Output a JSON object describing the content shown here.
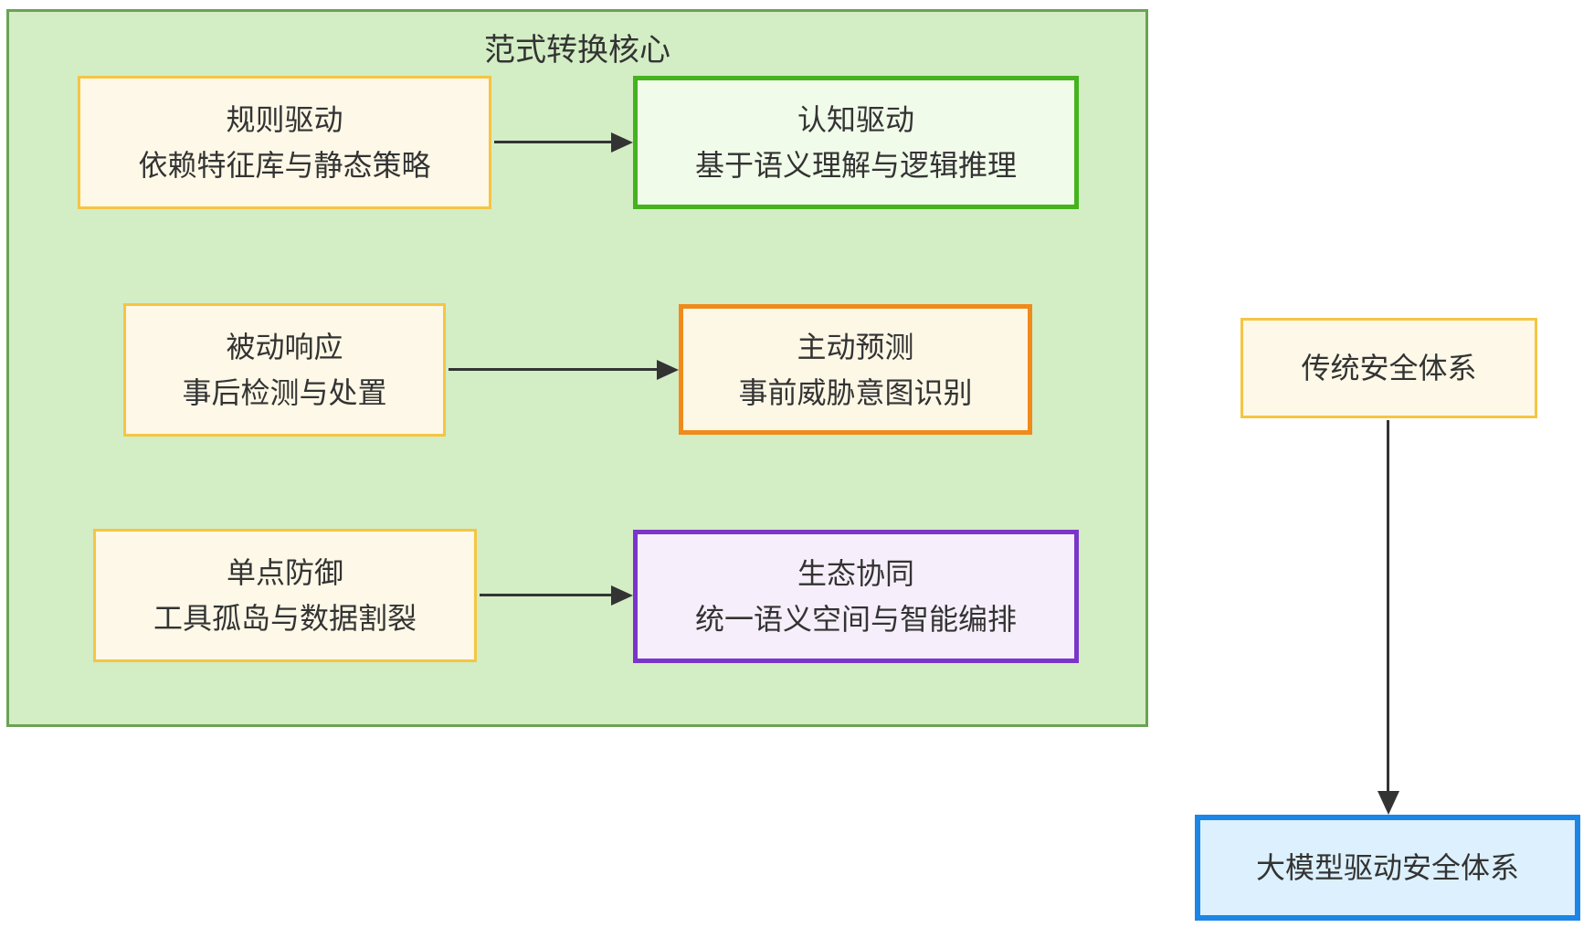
{
  "diagram": {
    "type": "flowchart",
    "group": {
      "title": "范式转换核心"
    },
    "nodes": {
      "rule_driven": {
        "line1": "规则驱动",
        "line2": "依赖特征库与静态策略"
      },
      "cognitive_driven": {
        "line1": "认知驱动",
        "line2": "基于语义理解与逻辑推理"
      },
      "passive_response": {
        "line1": "被动响应",
        "line2": "事后检测与处置"
      },
      "proactive_predict": {
        "line1": "主动预测",
        "line2": "事前威胁意图识别"
      },
      "single_point": {
        "line1": "单点防御",
        "line2": "工具孤岛与数据割裂"
      },
      "ecosystem_synergy": {
        "line1": "生态协同",
        "line2": "统一语义空间与智能编排"
      },
      "traditional_system": {
        "label": "传统安全体系"
      },
      "llm_driven_system": {
        "label": "大模型驱动安全体系"
      }
    },
    "edges": [
      {
        "from": "rule_driven",
        "to": "cognitive_driven",
        "direction": "right"
      },
      {
        "from": "passive_response",
        "to": "proactive_predict",
        "direction": "right"
      },
      {
        "from": "single_point",
        "to": "ecosystem_synergy",
        "direction": "right"
      },
      {
        "from": "traditional_system",
        "to": "llm_driven_system",
        "direction": "down"
      }
    ],
    "colors": {
      "group_fill": "#d3edc5",
      "group_border": "#6ba254",
      "cream_fill": "#fdf8e7",
      "cream_border": "#f5c543",
      "green_fill": "#f1fbea",
      "green_border": "#44b31d",
      "orange_fill": "#fdf7e6",
      "orange_border": "#f08a1b",
      "purple_fill": "#f6effb",
      "purple_border": "#7b35ca",
      "blue_fill": "#dcf0fd",
      "blue_border": "#1b86e6",
      "arrow": "#333333",
      "text": "#333333",
      "background": "#ffffff"
    }
  }
}
